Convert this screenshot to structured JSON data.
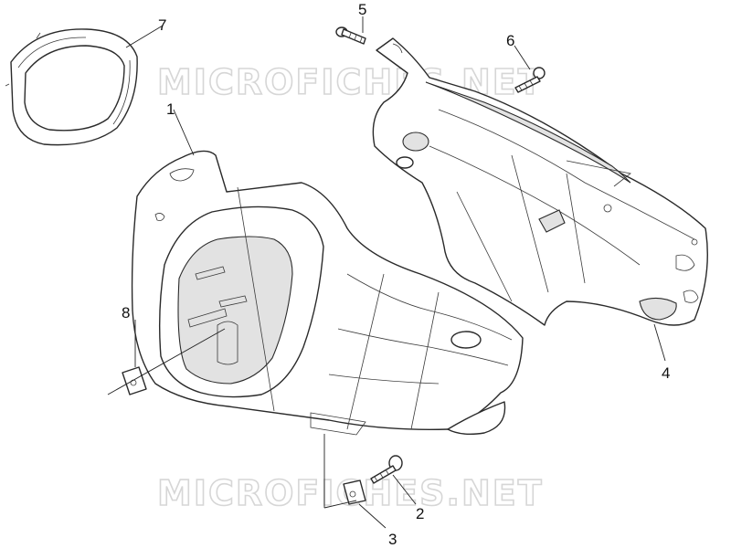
{
  "watermark": "MICROFICHES.NET",
  "callouts": {
    "c1": "1",
    "c2": "2",
    "c3": "3",
    "c4": "4",
    "c5": "5",
    "c6": "6",
    "c7": "7",
    "c8": "8"
  },
  "colors": {
    "line": "#2a2a2a",
    "shade": "#e2e2e2",
    "watermark_outline": "#d6d6d6"
  }
}
